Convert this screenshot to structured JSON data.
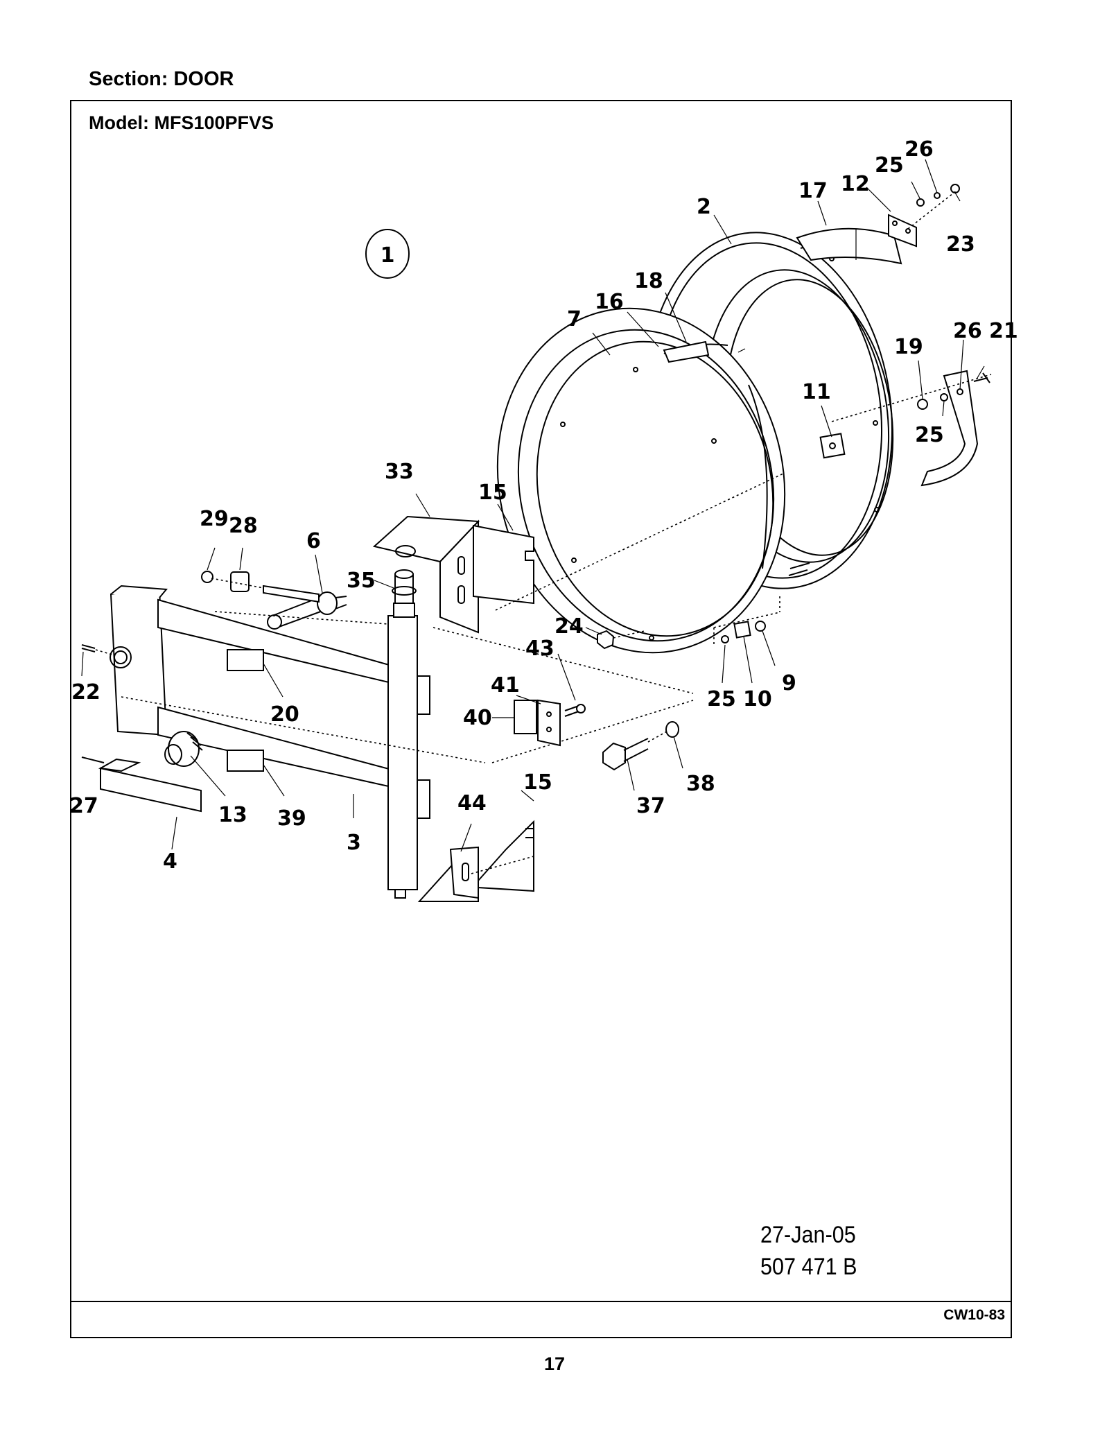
{
  "header": {
    "section": "Section:  DOOR"
  },
  "frame": {
    "model": "Model:  MFS100PFVS"
  },
  "diagram": {
    "view_number": "1",
    "callouts": [
      "2",
      "3",
      "4",
      "6",
      "7",
      "9",
      "10",
      "11",
      "12",
      "13",
      "15",
      "16",
      "17",
      "18",
      "19",
      "20",
      "21",
      "22",
      "23",
      "24",
      "25",
      "26",
      "27",
      "28",
      "29",
      "33",
      "35",
      "37",
      "38",
      "39",
      "40",
      "41",
      "43",
      "44"
    ],
    "labels": {
      "c2": "2",
      "c3": "3",
      "c4": "4",
      "c6": "6",
      "c7": "7",
      "c9": "9",
      "c10": "10",
      "c11": "11",
      "c12": "12",
      "c13": "13",
      "c15a": "15",
      "c15b": "15",
      "c16": "16",
      "c17": "17",
      "c18": "18",
      "c19": "19",
      "c20": "20",
      "c21": "21",
      "c22": "22",
      "c23": "23",
      "c24": "24",
      "c25a": "25",
      "c25b": "25",
      "c25c": "25",
      "c26a": "26",
      "c26b": "26",
      "c27": "27",
      "c28": "28",
      "c29": "29",
      "c33": "33",
      "c35": "35",
      "c37": "37",
      "c38": "38",
      "c39": "39",
      "c40": "40",
      "c41": "41",
      "c43": "43",
      "c44": "44"
    }
  },
  "stamp": {
    "date": "27-Jan-05",
    "drawing_number": "507 471 B"
  },
  "footer": {
    "code": "CW10-83",
    "page": "17"
  }
}
